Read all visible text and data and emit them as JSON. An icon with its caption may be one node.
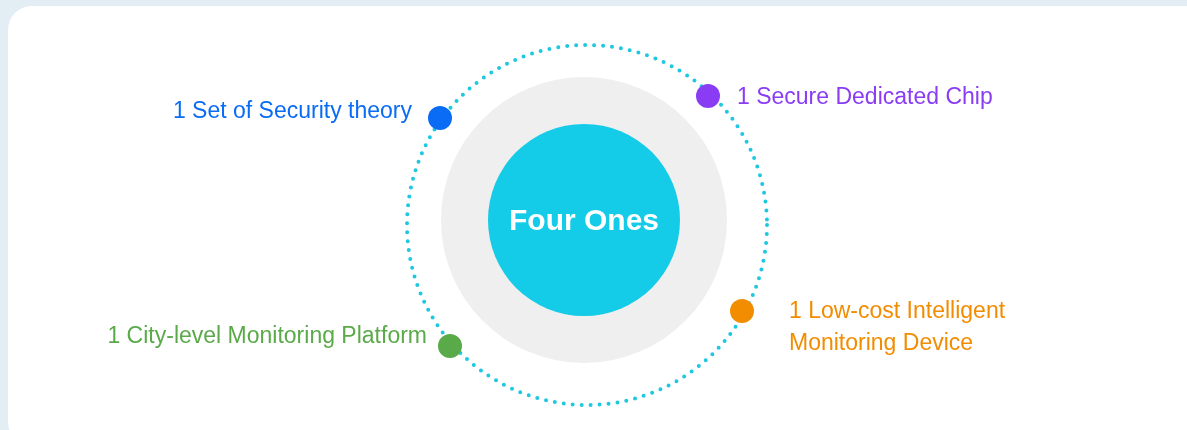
{
  "diagram": {
    "nodes": [
      {
        "text": [
          "Four Ones"
        ]
      },
      {
        "text": [],
        "shape": "circle",
        "beside": [
          "1 Set of Security theory"
        ]
      },
      {
        "text": [],
        "shape": "circle",
        "beside": [
          "1 Secure Dedicated Chip"
        ]
      },
      {
        "text": [],
        "shape": "circle",
        "beside": [
          "1 Low-cost Intelligent Monitoring Device"
        ]
      },
      {
        "text": [],
        "shape": "circle",
        "beside": [
          "1 City-level Monitoring Platform"
        ]
      }
    ]
  }
}
